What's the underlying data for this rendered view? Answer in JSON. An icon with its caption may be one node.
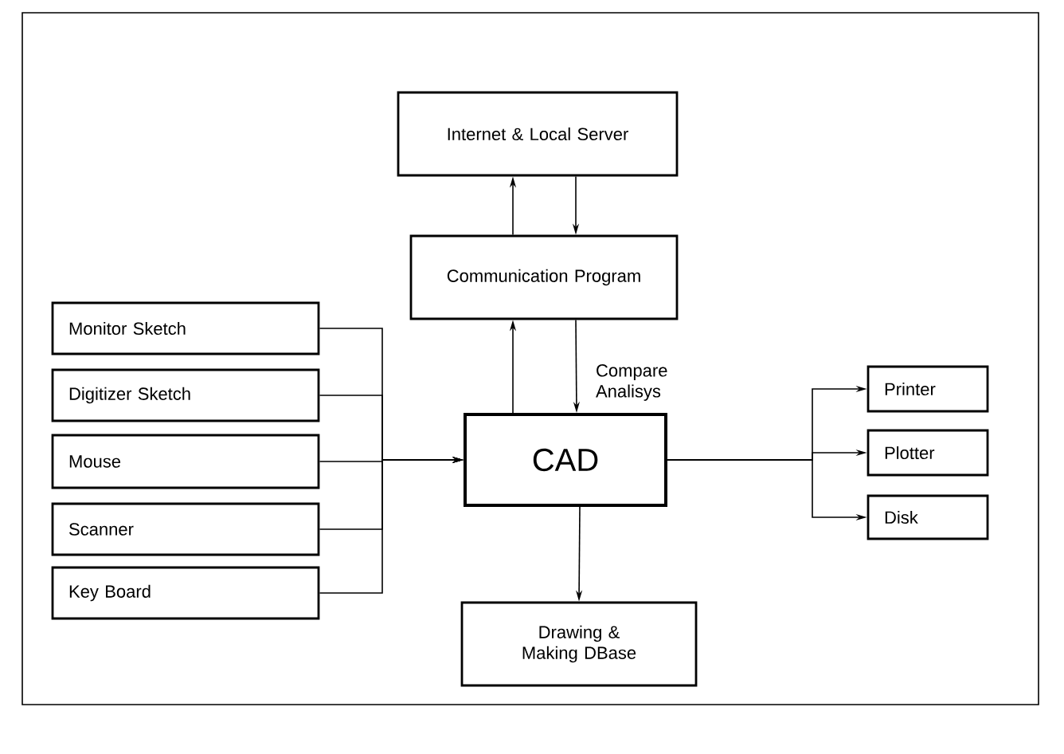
{
  "diagram": {
    "nodes": [
      {
        "text": [
          "Internet & Local Server"
        ]
      },
      {
        "text": [
          "Communication Program"
        ]
      },
      {
        "text": [
          "Monitor Sketch"
        ]
      },
      {
        "text": [
          "Digitizer Sketch"
        ]
      },
      {
        "text": [
          "Mouse"
        ]
      },
      {
        "text": [
          "Scanner"
        ]
      },
      {
        "text": [
          "Key Board"
        ]
      },
      {
        "text": [
          "CAD"
        ]
      },
      {
        "text": [
          "Printer"
        ]
      },
      {
        "text": [
          "Plotter"
        ]
      },
      {
        "text": [
          "Disk"
        ]
      },
      {
        "text": [
          "Drawing & Making DBase"
        ]
      }
    ],
    "edges": [
      {
        "from": 1,
        "to": 0,
        "arrow": "to"
      },
      {
        "from": 0,
        "to": 1,
        "arrow": "to"
      },
      {
        "from": 7,
        "to": 1,
        "arrow": "to"
      },
      {
        "from": 1,
        "to": 7,
        "arrow": "to",
        "label": "Compare Analisys"
      },
      {
        "from": 2,
        "to": 7,
        "arrow": "to"
      },
      {
        "from": 3,
        "to": 7,
        "arrow": "to"
      },
      {
        "from": 4,
        "to": 7,
        "arrow": "to"
      },
      {
        "from": 5,
        "to": 7,
        "arrow": "to"
      },
      {
        "from": 6,
        "to": 7,
        "arrow": "to"
      },
      {
        "from": 7,
        "to": 8,
        "arrow": "to"
      },
      {
        "from": 7,
        "to": 9,
        "arrow": "to"
      },
      {
        "from": 7,
        "to": 10,
        "arrow": "to"
      },
      {
        "from": 7,
        "to": 11,
        "arrow": "to"
      }
    ]
  }
}
